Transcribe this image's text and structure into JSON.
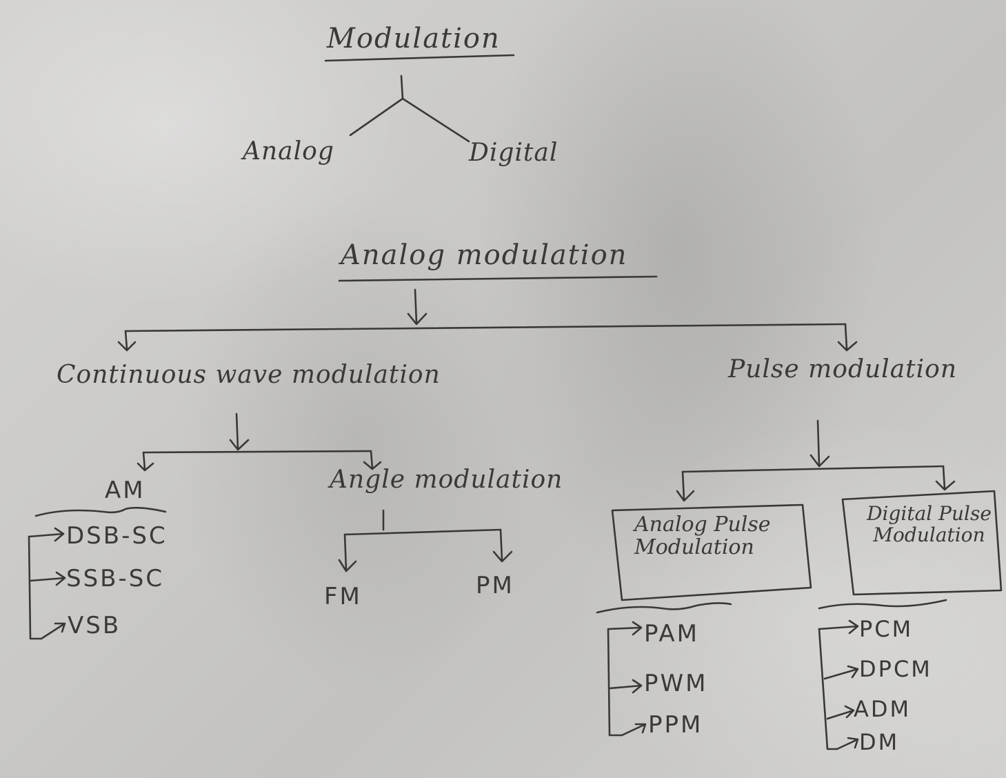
{
  "root": {
    "title": "Modulation"
  },
  "top_branches": [
    "Analog",
    "Digital"
  ],
  "analog": {
    "title": "Analog modulation",
    "continuous": {
      "title": "Continuous wave modulation",
      "am": {
        "title": "AM",
        "items": [
          "DSB-SC",
          "SSB-SC",
          "VSB"
        ]
      },
      "angle": {
        "title": "Angle modulation",
        "items": [
          "FM",
          "PM"
        ]
      }
    },
    "pulse": {
      "title": "Pulse modulation",
      "analog_pulse": {
        "title": "Analog Pulse Modulation",
        "items": [
          "PAM",
          "PWM",
          "PPM"
        ]
      },
      "digital_pulse": {
        "title": "Digital Pulse Modulation",
        "items": [
          "PCM",
          "DPCM",
          "ADM",
          "DM"
        ]
      }
    }
  },
  "colors": {
    "ink": "#3a3836",
    "paper": "#cccbc9"
  }
}
